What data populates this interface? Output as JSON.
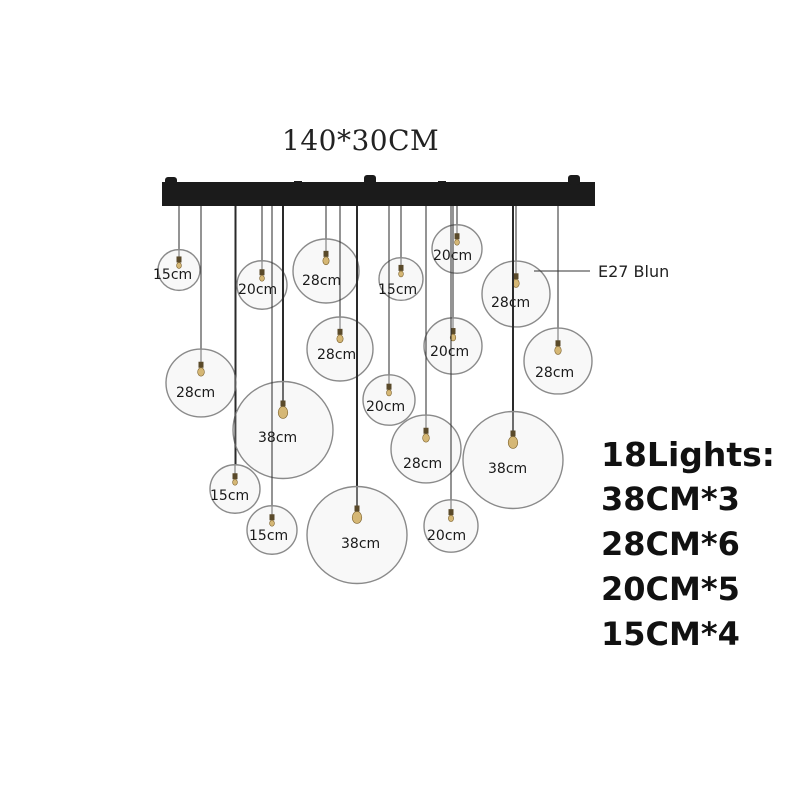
{
  "product": {
    "dimension_label": "140*30CM",
    "socket_callout": "E27 Blun"
  },
  "summary": {
    "heading": "18Lights:",
    "lines": [
      "38CM*3",
      "28CM*6",
      "20CM*5",
      "15CM*4"
    ]
  },
  "globe_labels": {
    "g1": "15cm",
    "g2": "20cm",
    "g3": "28cm",
    "g4": "15cm",
    "g5": "20cm",
    "g6": "28cm",
    "g7": "28cm",
    "g8": "20cm",
    "g9": "28cm",
    "g10": "28cm",
    "g11": "20cm",
    "g12": "38cm",
    "g13": "28cm",
    "g14": "38cm",
    "g15": "15cm",
    "g16": "15cm",
    "g17": "38cm",
    "g18": "20cm"
  },
  "colors": {
    "canopy": "#1b1b1b",
    "glass_edge": "#8a8a8a",
    "wire": "#2a2a2a",
    "bulb": "#c9a24a"
  }
}
